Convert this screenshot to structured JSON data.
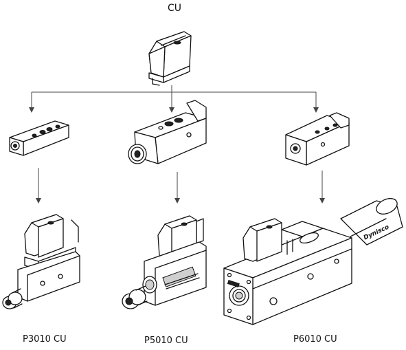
{
  "diagram": {
    "top_label": "CU",
    "products": [
      {
        "name": "P3010 CU"
      },
      {
        "name": "P5010 CU"
      },
      {
        "name": "P6010 CU"
      }
    ],
    "sensor_logo_text": "Dynisco"
  }
}
